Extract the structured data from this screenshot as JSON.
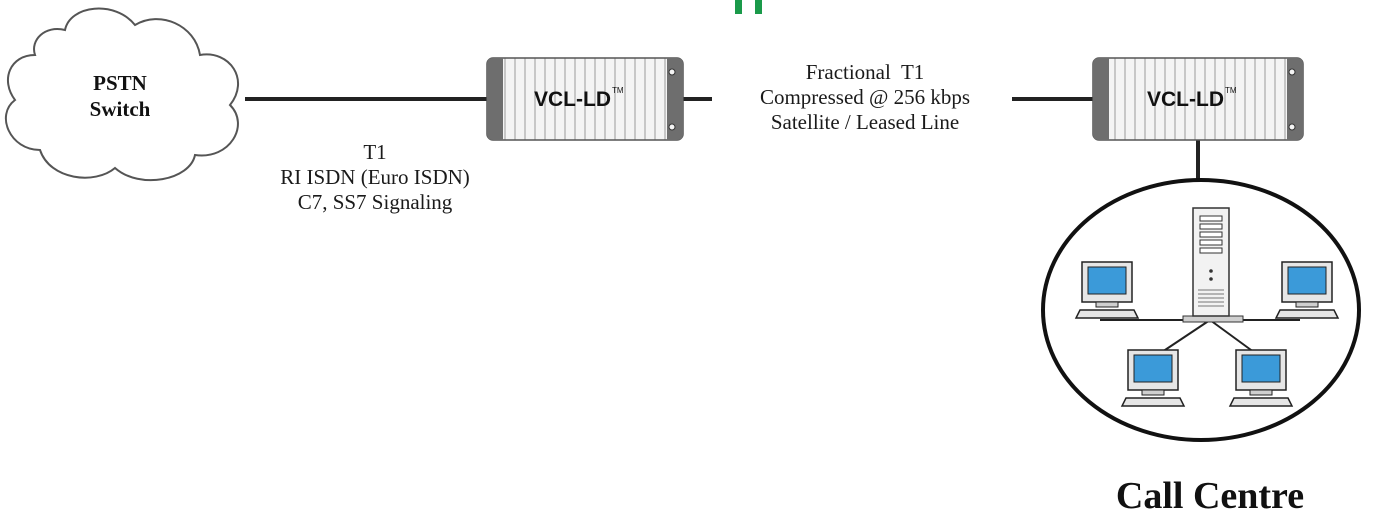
{
  "colors": {
    "line": "#222222",
    "screen": "#3b9ad9",
    "device_body": "#f4f4f4",
    "device_end": "#6e6e6e",
    "header_accent": "#1a9a4a"
  },
  "cloud": {
    "label_line1": "PSTN",
    "label_line2": "Switch"
  },
  "device_left": {
    "name": "VCL-LD",
    "tm": "TM"
  },
  "device_right": {
    "name": "VCL-LD",
    "tm": "TM"
  },
  "link_left": {
    "line1": "T1",
    "line2": "RI ISDN (Euro ISDN)",
    "line3": "C7, SS7 Signaling"
  },
  "link_middle": {
    "line1": "Fractional  T1",
    "line2": "Compressed @ 256 kbps",
    "line3": "Satellite / Leased Line"
  },
  "call_centre": {
    "title": "Call Centre"
  }
}
